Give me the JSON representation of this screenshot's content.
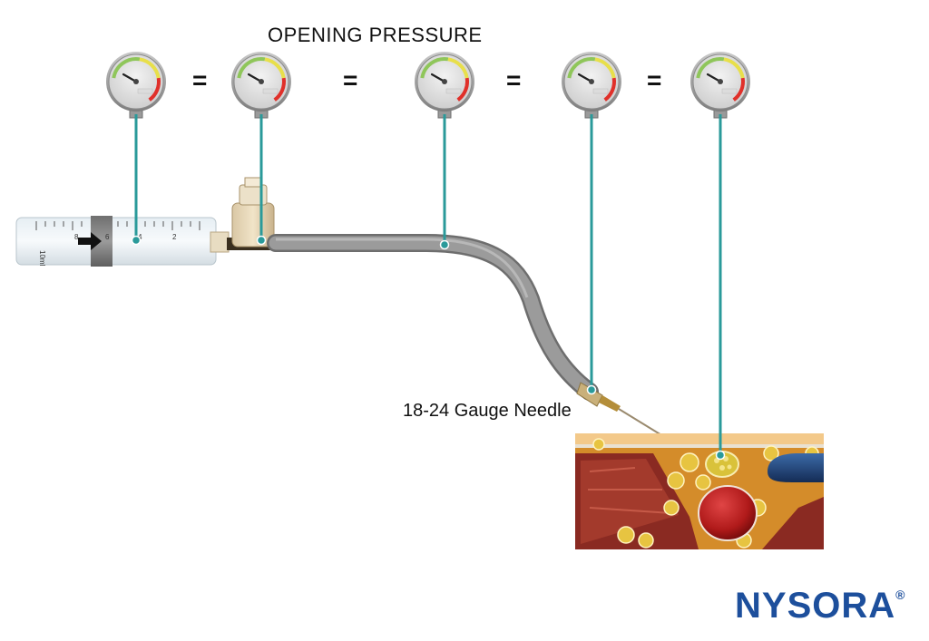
{
  "diagram": {
    "title": "OPENING PRESSURE",
    "needle_label": "18-24 Gauge Needle",
    "equals_sign": "=",
    "gauges": [
      {
        "id": "gauge-syringe",
        "location": "syringe"
      },
      {
        "id": "gauge-connector",
        "location": "connector"
      },
      {
        "id": "gauge-tubing",
        "location": "tubing"
      },
      {
        "id": "gauge-needle",
        "location": "needle"
      },
      {
        "id": "gauge-tissue",
        "location": "tissue"
      }
    ],
    "syringe": {
      "volume_label": "10ml",
      "scale_marks": [
        "8",
        "6",
        "4",
        "2"
      ]
    },
    "colors": {
      "leader_line": "#2a9a9a",
      "tubing": "#8f8f8f",
      "gauge_red": "#e0302a",
      "gauge_yellow": "#e8df4a",
      "gauge_green": "#8fc65a",
      "logo": "#1d4f9c"
    }
  },
  "logo": {
    "text": "NYSORA",
    "mark": "®"
  }
}
